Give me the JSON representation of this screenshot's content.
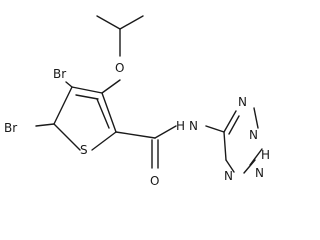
{
  "molecule": {
    "atoms": {
      "br1": "Br",
      "br2": "Br",
      "o_ether": "O",
      "s_ring": "S",
      "o_carbonyl": "O",
      "n_amide": "N",
      "h_amide": "H",
      "n_t1": "N",
      "n_t2": "N",
      "h_t2": "H",
      "n_t3": "N",
      "n_t4": "N"
    }
  }
}
